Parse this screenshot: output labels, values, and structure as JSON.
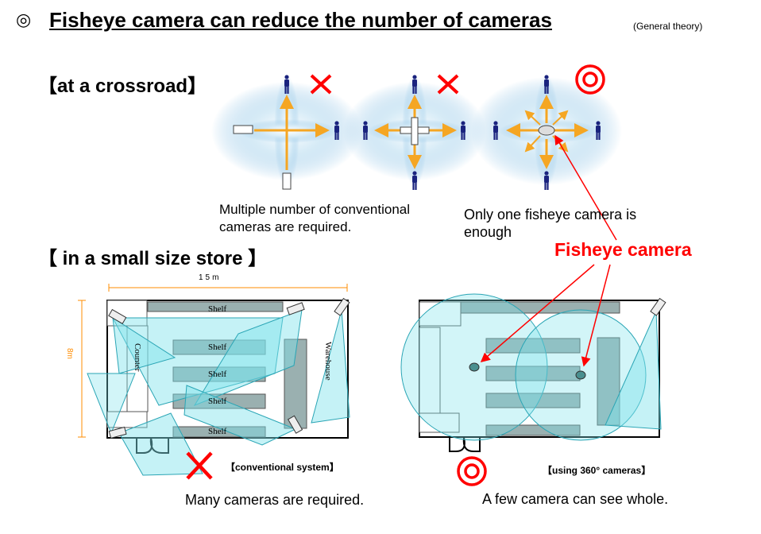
{
  "title_mark": "◎",
  "title": "Fisheye camera can reduce the number of cameras",
  "note": "(General theory)",
  "section_crossroad": "【at a crossroad】",
  "section_store": "【 in a small size store 】",
  "caption_conventional": "Multiple number of conventional cameras are required.",
  "caption_fisheye": "Only one fisheye  camera is enough",
  "fisheye_label": "Fisheye camera",
  "dimension_width": "15m",
  "dimension_height": "8m",
  "store_labels": {
    "shelf": "Shelf",
    "counter": "Counter",
    "warehouse": "Warehouse"
  },
  "tag_conventional": "【conventional system】",
  "tag_360": "【using 360°  cameras】",
  "result_conventional": "Many cameras are required.",
  "result_360": "A few camera can see whole.",
  "colors": {
    "fisheye_red": "#ff0000",
    "coverage_cyan": "#7fe3ec",
    "arrow_orange": "#f5a623",
    "person_blue": "#1a237e"
  },
  "icons": [
    "double-circle-mark-icon",
    "cross-mark-icon",
    "person-icon",
    "camera-icon"
  ]
}
